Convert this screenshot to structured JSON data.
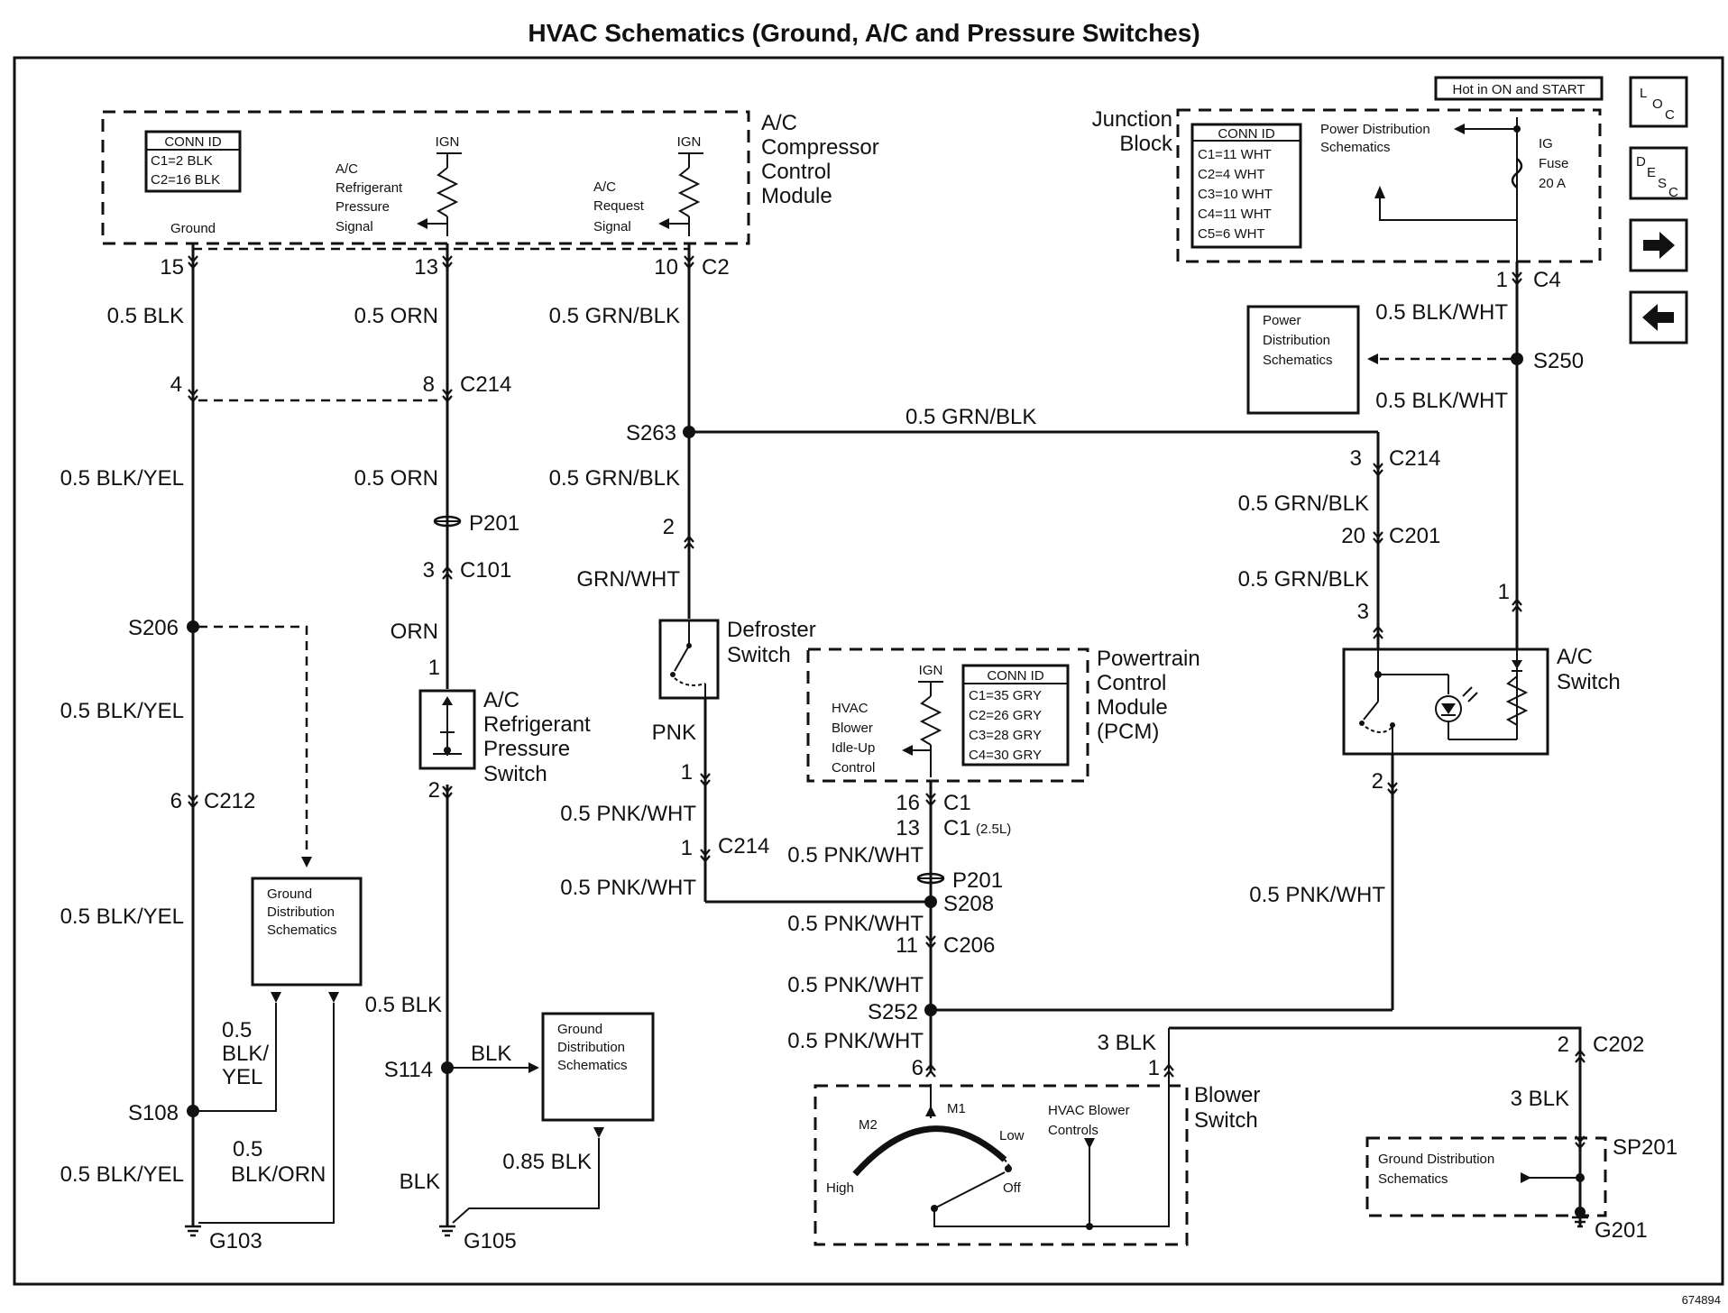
{
  "title": "HVAC Schematics (Ground, A/C and Pressure Switches)",
  "figure_number": "674894",
  "hot_note": "Hot in ON and START",
  "nav_buttons": {
    "loc": [
      "L",
      "O",
      "C"
    ],
    "desc": [
      "D",
      "E",
      "S",
      "C"
    ],
    "next": "right-arrow-icon",
    "prev": "left-arrow-icon"
  },
  "compressor_module": {
    "name": [
      "A/C",
      "Compressor",
      "Control",
      "Module"
    ],
    "conn_id": [
      "CONN ID",
      "C1=2 BLK",
      "C2=16 BLK"
    ],
    "ign1": "IGN",
    "ign2": "IGN",
    "ground": "Ground",
    "pressure_signal": [
      "A/C",
      "Refrigerant",
      "Pressure",
      "Signal"
    ],
    "request_signal": [
      "A/C",
      "Request",
      "Signal"
    ],
    "pins": [
      "15",
      "13",
      "10",
      "C2"
    ]
  },
  "junction_block": {
    "name": [
      "Junction",
      "Block"
    ],
    "conn_id": [
      "CONN ID",
      "C1=11 WHT",
      "C2=4 WHT",
      "C3=10 WHT",
      "C4=11 WHT",
      "C5=6 WHT"
    ],
    "power_dist": [
      "Power Distribution",
      "Schematics"
    ],
    "fuse": [
      "IG",
      "Fuse",
      "20 A"
    ],
    "pin": "1",
    "conn": "C4"
  },
  "power_dist_box": [
    "Power",
    "Distribution",
    "Schematics"
  ],
  "pcm": {
    "name": [
      "Powertrain",
      "Control",
      "Module",
      "(PCM)"
    ],
    "ign": "IGN",
    "blower": [
      "HVAC",
      "Blower",
      "Idle-Up",
      "Control"
    ],
    "conn_id": [
      "CONN ID",
      "C1=35 GRY",
      "C2=26 GRY",
      "C3=28 GRY",
      "C4=30 GRY"
    ],
    "pin16": "16",
    "c1a": "C1",
    "pin13": "13",
    "c1b": "C1",
    "c1b_note": "(2.5L)"
  },
  "defroster": [
    "Defroster",
    "Switch"
  ],
  "pressure_switch": [
    "A/C",
    "Refrigerant",
    "Pressure",
    "Switch"
  ],
  "ac_switch": [
    "A/C",
    "Switch"
  ],
  "blower_switch": {
    "name": [
      "Blower",
      "Switch"
    ],
    "m2": "M2",
    "m1": "M1",
    "low": "Low",
    "high": "High",
    "off": "Off",
    "controls": [
      "HVAC Blower",
      "Controls"
    ]
  },
  "ground_dist": [
    "Ground",
    "Distribution",
    "Schematics"
  ],
  "ground_dist_sp": [
    "Ground Distribution",
    "Schematics"
  ],
  "wires": {
    "blk_05": "0.5 BLK",
    "orn_05": "0.5 ORN",
    "grnblk_05": "0.5 GRN/BLK",
    "blkwht_05": "0.5 BLK/WHT",
    "blkyel_05": "0.5 BLK/YEL",
    "grnwht": "GRN/WHT",
    "orn": "ORN",
    "pnk": "PNK",
    "pnkwht_05": "0.5 PNK/WHT",
    "blk_05b": "0.5 BLK",
    "blk": "BLK",
    "blk_085": "0.85 BLK",
    "blk3": "3 BLK",
    "blk_05_split": [
      "0.5",
      "BLK/",
      "YEL"
    ],
    "blkorn": [
      "0.5",
      "BLK/ORN"
    ]
  },
  "splices": {
    "s250": "S250",
    "s263": "S263",
    "s206": "S206",
    "s108": "S108",
    "s114": "S114",
    "s208": "S208",
    "s252": "S252",
    "sp201": "SP201"
  },
  "connectors": {
    "c214": "C214",
    "c101": "C101",
    "c212": "C212",
    "c201": "C201",
    "c206": "C206",
    "c202": "C202",
    "p201": "P201"
  },
  "pins": {
    "p4": "4",
    "p8": "8",
    "p3": "3",
    "p1": "1",
    "p2": "2",
    "p6": "6",
    "p20": "20",
    "p11": "11"
  },
  "grounds": {
    "g103": "G103",
    "g105": "G105",
    "g201": "G201"
  }
}
